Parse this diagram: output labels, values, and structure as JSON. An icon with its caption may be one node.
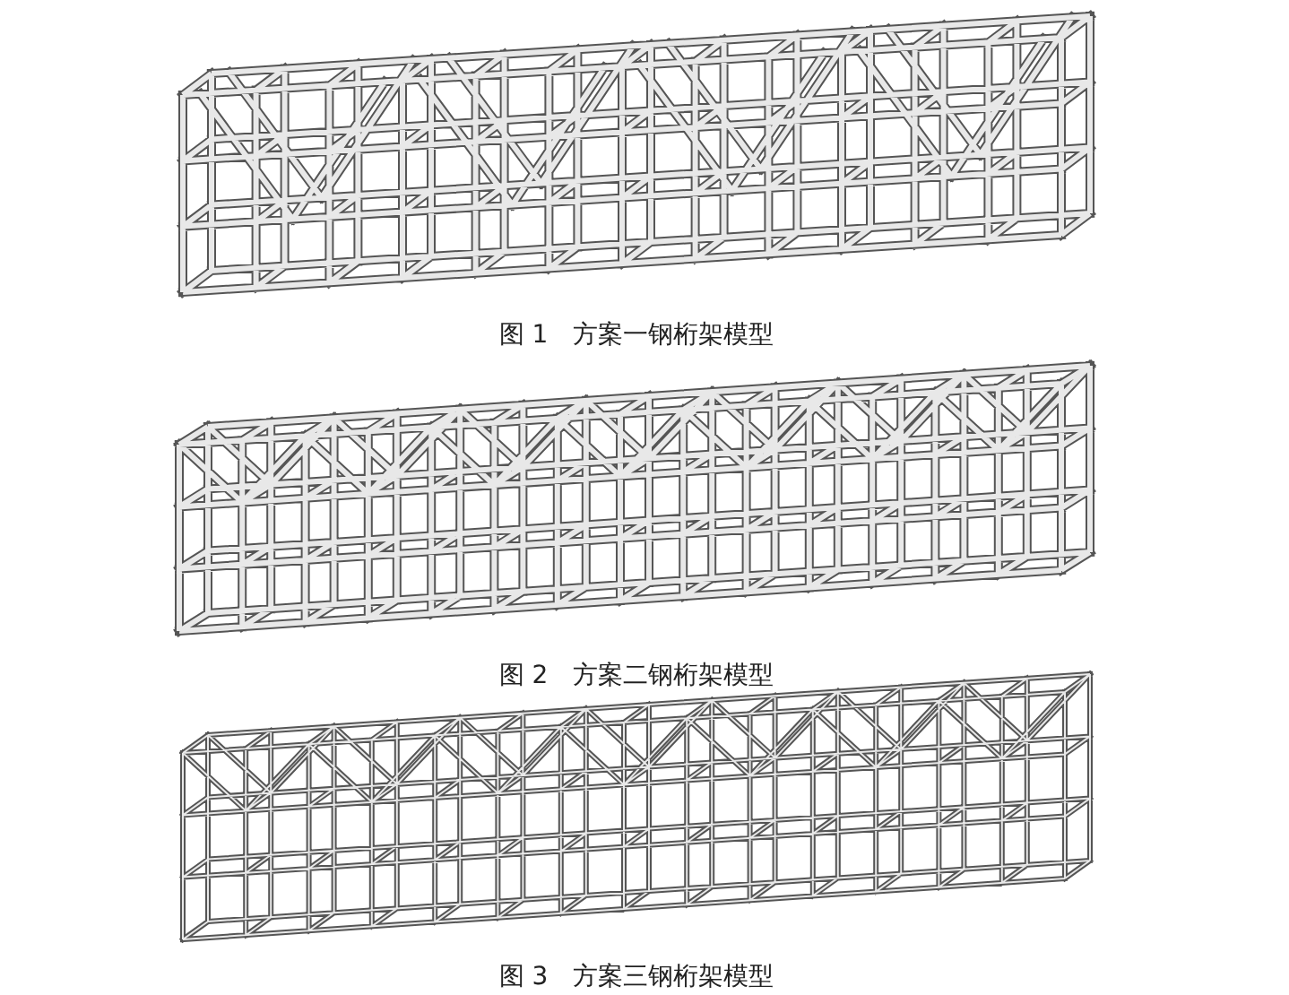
{
  "diagram": {
    "labels": [
      "图 1　方案一钢桁架模型",
      "图 2　方案二钢桁架模型",
      "图 3　方案三钢桁架模型"
    ]
  }
}
